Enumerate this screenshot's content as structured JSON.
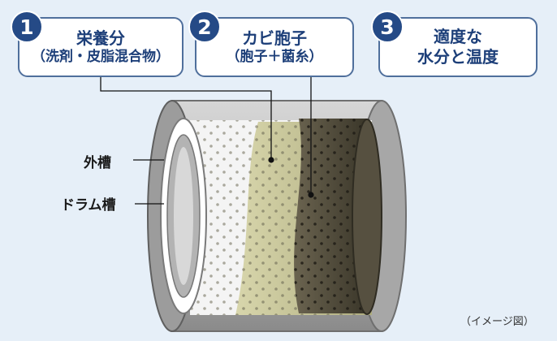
{
  "callouts": [
    {
      "number": "1",
      "line1": "栄養分",
      "line2": "（洗剤・皮脂混合物）"
    },
    {
      "number": "2",
      "line1": "カビ胞子",
      "line2": "（胞子＋菌糸）"
    },
    {
      "number": "3",
      "line1": "適度な",
      "line2": "水分と温度"
    }
  ],
  "labels": {
    "outer_tub": "外槽",
    "drum_tub": "ドラム槽"
  },
  "caption": "（イメージ図）",
  "colors": {
    "background": "#e6eff8",
    "callout_border": "#4f6f9c",
    "badge": "#254a86",
    "nutrient_layer": "#c9c79a",
    "mold_layer": "#4a4536",
    "outer_tub": "#bdbdbd"
  }
}
